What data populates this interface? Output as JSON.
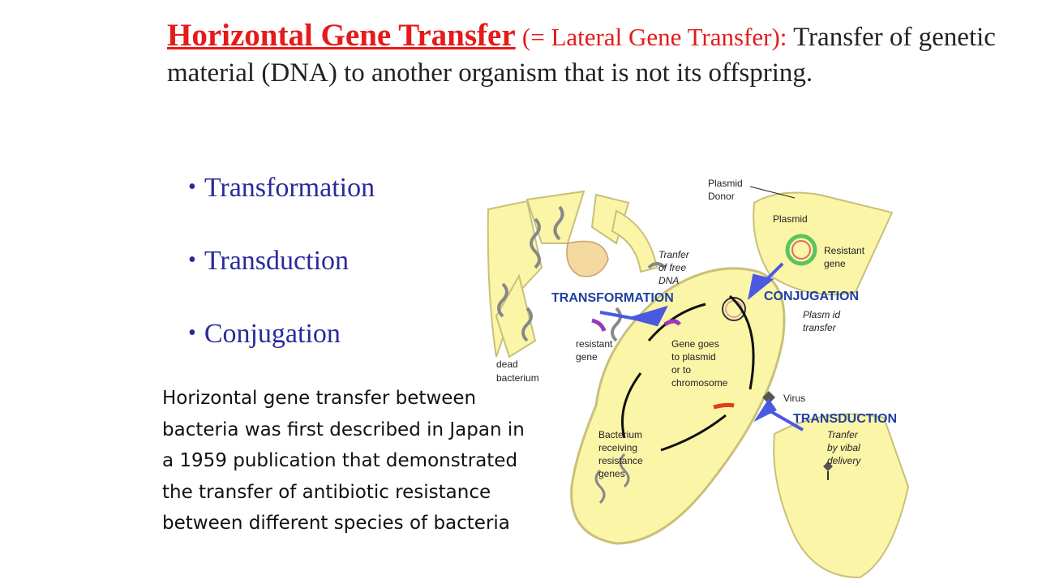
{
  "title": {
    "main": "Horizontal Gene Transfer",
    "paren": "(= Lateral Gene Transfer):",
    "definition": "Transfer of genetic material (DNA) to another organism that is not its offspring."
  },
  "bullets": [
    "Transformation",
    "Transduction",
    "Conjugation"
  ],
  "note": "Horizontal gene transfer between bacteria was first described in Japan in a 1959 publication that demonstrated the transfer of antibiotic resistance between different species of bacteria",
  "diagram": {
    "headings": {
      "transformation": "TRANSFORMATION",
      "conjugation": "CONJUGATION",
      "transduction": "TRANSDUCTION"
    },
    "labels": {
      "plasmid_donor_1": "Plasmid",
      "plasmid_donor_2": "Donor",
      "plasmid": "Plasmid",
      "resistant_gene_1": "Resistant",
      "resistant_gene_2": "gene",
      "transfer_free_1": "Tranfer",
      "transfer_free_2": "of free",
      "transfer_free_3": "DNA",
      "plasmid_transfer_1": "Plasm id",
      "plasmid_transfer_2": "transfer",
      "resistant_gene_small_1": "resistant",
      "resistant_gene_small_2": "gene",
      "gene_goes_1": "Gene goes",
      "gene_goes_2": "to plasmid",
      "gene_goes_3": "or to",
      "gene_goes_4": "chromosome",
      "dead_bacterium_1": "dead",
      "dead_bacterium_2": "bacterium",
      "virus": "Virus",
      "viral_1": "Tranfer",
      "viral_2": "by vibal",
      "viral_3": "delivery",
      "receiving_1": "Bacterium",
      "receiving_2": "receiving",
      "receiving_3": "resistance",
      "receiving_4": "genes"
    },
    "colors": {
      "cell_fill": "#fbf5a8",
      "cell_stroke": "#c9c07a",
      "heading": "#1f3fa0",
      "arrow": "#4a5ae0",
      "title_red": "#e51a1a",
      "bullet_blue": "#2a2a9a"
    }
  }
}
